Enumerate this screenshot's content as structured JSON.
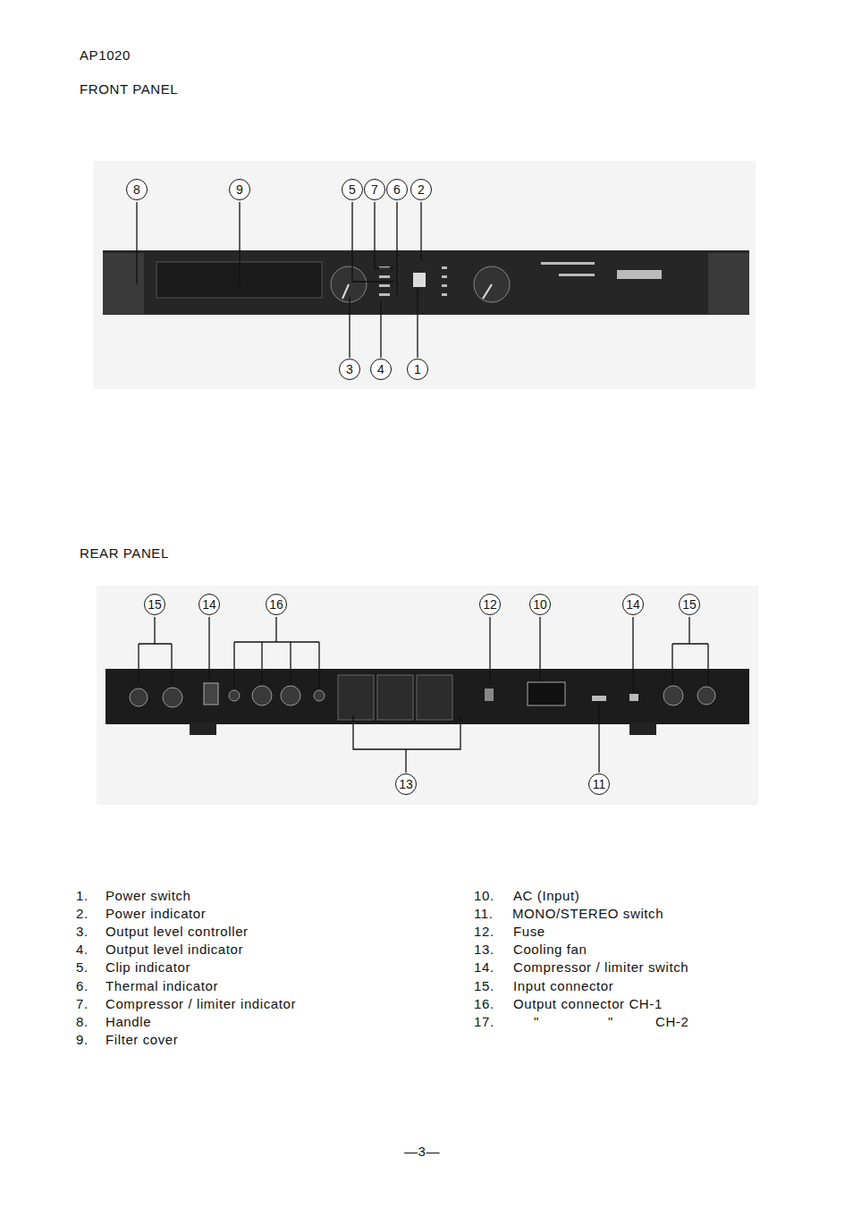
{
  "diagram": {
    "title": "AP1020",
    "nodes": [
      {
        "text": [
          "8"
        ]
      },
      {
        "text": [
          "9"
        ]
      },
      {
        "text": [
          "5"
        ]
      },
      {
        "text": [
          "7"
        ]
      },
      {
        "text": [
          "6"
        ]
      },
      {
        "text": [
          "2"
        ]
      },
      {
        "text": [
          "3"
        ]
      },
      {
        "text": [
          "4"
        ]
      },
      {
        "text": [
          "1"
        ]
      },
      {
        "text": [
          "15"
        ]
      },
      {
        "text": [
          "14"
        ]
      },
      {
        "text": [
          "16"
        ]
      },
      {
        "text": [
          "12"
        ]
      },
      {
        "text": [
          "10"
        ]
      },
      {
        "text": [
          "14"
        ]
      },
      {
        "text": [
          "15"
        ]
      },
      {
        "text": [
          "13"
        ]
      },
      {
        "text": [
          "11"
        ]
      }
    ],
    "labels": [
      "FRONT PANEL",
      "REAR PANEL",
      "1.",
      "Power switch",
      "2.",
      "Power indicator",
      "3.",
      "Output level controller",
      "4.",
      "Output level indicator",
      "5.",
      "Clip indicator",
      "6.",
      "Thermal indicator",
      "7.",
      "Compressor / limiter indicator",
      "8.",
      "Handle",
      "9.",
      "Filter cover",
      "10.",
      "AC (Input)",
      "11.",
      "MONO/STEREO switch",
      "12.",
      "Fuse",
      "13.",
      "Cooling fan",
      "14.",
      "Compressor / limiter switch",
      "15.",
      "Input connector",
      "16.",
      "Output connector CH-1",
      "17.",
      "\"",
      "\"",
      "CH-2",
      "—3—"
    ]
  }
}
